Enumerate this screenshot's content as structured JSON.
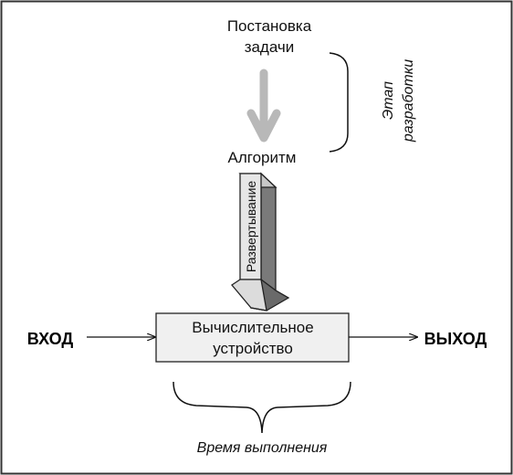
{
  "diagram": {
    "problem_statement": [
      "Постановка",
      "задачи"
    ],
    "algorithm": "Алгоритм",
    "development_stage": [
      "Этап",
      "разработки"
    ],
    "unfolding": "Развертывание",
    "input": "ВХОД",
    "output": "ВЫХОД",
    "device": [
      "Вычислительное",
      "устройство"
    ],
    "runtime": "Время выполнения"
  },
  "colors": {
    "frame": "#333333",
    "grey_arrow": "#b8b8b8",
    "block_light": "#e6e6e6",
    "block_dark": "#7a7a7a",
    "device_fill": "#f0f0f0"
  }
}
